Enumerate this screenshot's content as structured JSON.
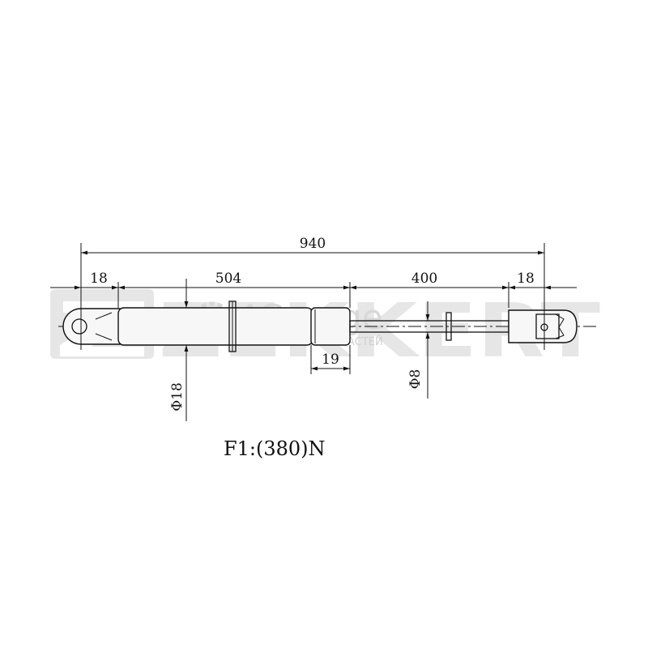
{
  "dimensions": {
    "overall_length": "940",
    "left_eye": "18",
    "cylinder_length": "504",
    "stroke_length": "400",
    "right_eye": "18",
    "collar_width": "19",
    "cylinder_diameter": "Φ18",
    "rod_diameter": "Φ8"
  },
  "force_label": "F1:(380)N",
  "watermarks": {
    "brand": "ZEKKERT",
    "store_name": "4Garage",
    "store_tagline": "ГИПЕРМАРКЕТ ЗАПЧАСТЕЙ",
    "store_badge": "4G"
  },
  "colors": {
    "line": "#111111",
    "watermark": "#e4e4e4"
  }
}
